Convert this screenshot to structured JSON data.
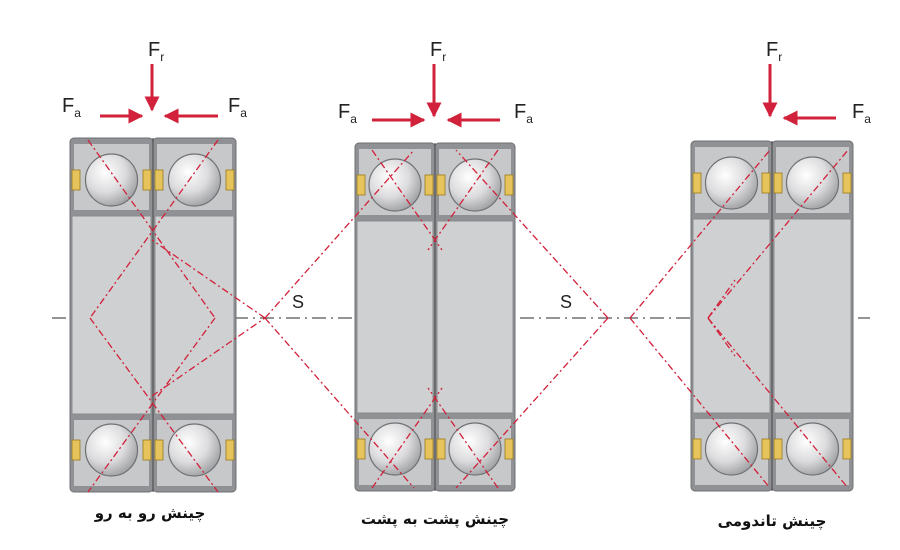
{
  "arrangements": [
    {
      "id": "face-to-face",
      "caption": "چینش رو به رو",
      "loads": {
        "radial": "F",
        "radial_sub": "r",
        "axial_left": "F",
        "axial_left_sub": "a",
        "axial_right": "F",
        "axial_right_sub": "a"
      }
    },
    {
      "id": "back-to-back",
      "caption": "چینش پشت به پشت",
      "loads": {
        "radial": "F",
        "radial_sub": "r",
        "axial_left": "F",
        "axial_left_sub": "a",
        "axial_right": "F",
        "axial_right_sub": "a"
      }
    },
    {
      "id": "tandem",
      "caption": "چینش تاندومی",
      "loads": {
        "radial": "F",
        "radial_sub": "r",
        "axial_right": "F",
        "axial_right_sub": "a"
      }
    }
  ],
  "pressure_centers": [
    {
      "label": "S"
    },
    {
      "label": "S"
    }
  ],
  "colors": {
    "arrow": "#d2213a",
    "contact_line": "#d2213a",
    "ring_outer": "#8f9194",
    "ring_face": "#c7c8ca",
    "bore": "#cfd0d2",
    "ball_light": "#f6f6f6",
    "ball_dark": "#a9aaad",
    "cage": "#e6c35b",
    "axis": "#555555"
  }
}
